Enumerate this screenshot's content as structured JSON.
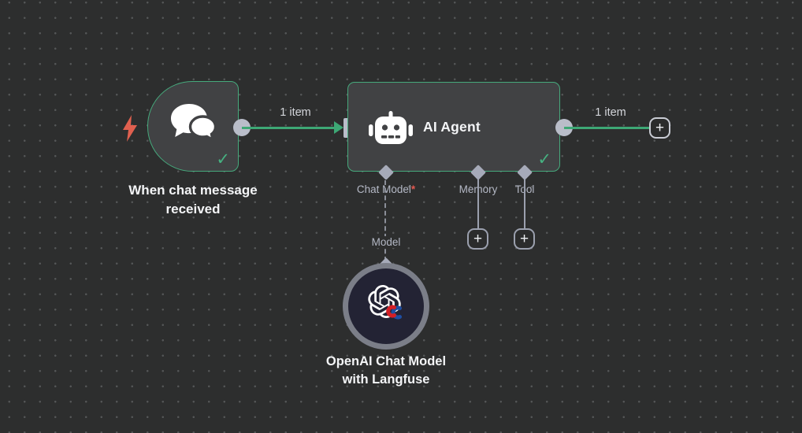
{
  "canvas": {
    "background": "#2d2e2e",
    "dot_color": "#545657"
  },
  "palette": {
    "node_fill": "#414244",
    "success_green": "#46a97c",
    "wire_green": "#3da875",
    "connector_gray": "#b9bdc9",
    "diamond_slate": "#a6aab9",
    "port_label_gray": "#b4b8c5",
    "required_red": "#e25950",
    "bolt_orange": "#e0604f",
    "model_ring_gray": "#7b7e88",
    "model_fill_navy": "#232334",
    "text_white": "#f4f5f7"
  },
  "icons": {
    "check": "✓",
    "plus": "+",
    "lightning": "lightning-bolt",
    "chat": "chat-bubbles",
    "robot": "robot-face",
    "openai": "openai-logo"
  },
  "trigger_node": {
    "title": "When chat message received",
    "status": "✓"
  },
  "agent_node": {
    "title": "AI Agent",
    "status": "✓",
    "ports": [
      {
        "label": "Chat Model",
        "required": "*"
      },
      {
        "label": "Memory"
      },
      {
        "label": "Tool"
      }
    ]
  },
  "model_node": {
    "title_line1": "OpenAI Chat Model",
    "title_line2": "with Langfuse",
    "port_label": "Model"
  },
  "connections": {
    "trigger_to_agent_label": "1 item",
    "agent_output_label": "1 item"
  },
  "plus_button": "+"
}
